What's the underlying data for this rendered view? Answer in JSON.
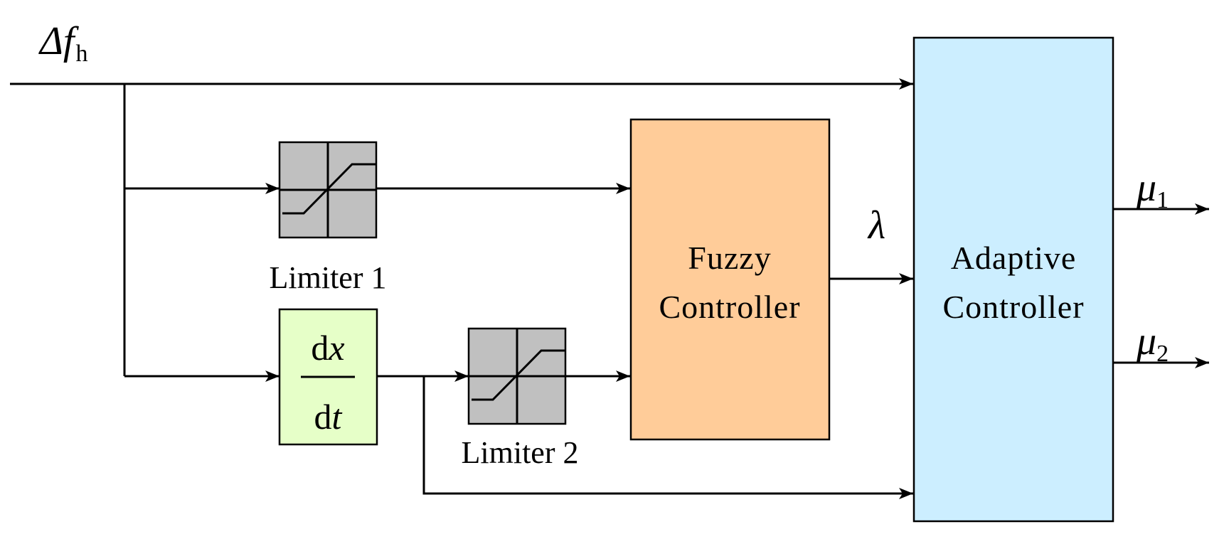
{
  "input": {
    "symbol": "Δf",
    "subscript": "h"
  },
  "limiter1": {
    "label": "Limiter 1"
  },
  "limiter2": {
    "label": "Limiter 2"
  },
  "derivative": {
    "num_d": "d",
    "num_var": "x",
    "den_d": "d",
    "den_var": "t"
  },
  "fuzzy": {
    "line1": "Fuzzy",
    "line2": "Controller"
  },
  "adaptive": {
    "line1": "Adaptive",
    "line2": "Controller"
  },
  "lambda": {
    "symbol": "λ"
  },
  "outputs": [
    {
      "symbol": "μ",
      "subscript": "1"
    },
    {
      "symbol": "μ",
      "subscript": "2"
    }
  ],
  "colors": {
    "limiter_fill": "#c0c0c0",
    "derivative_fill": "#e6ffc8",
    "fuzzy_fill": "#ffcc99",
    "adaptive_fill": "#cceeff"
  }
}
